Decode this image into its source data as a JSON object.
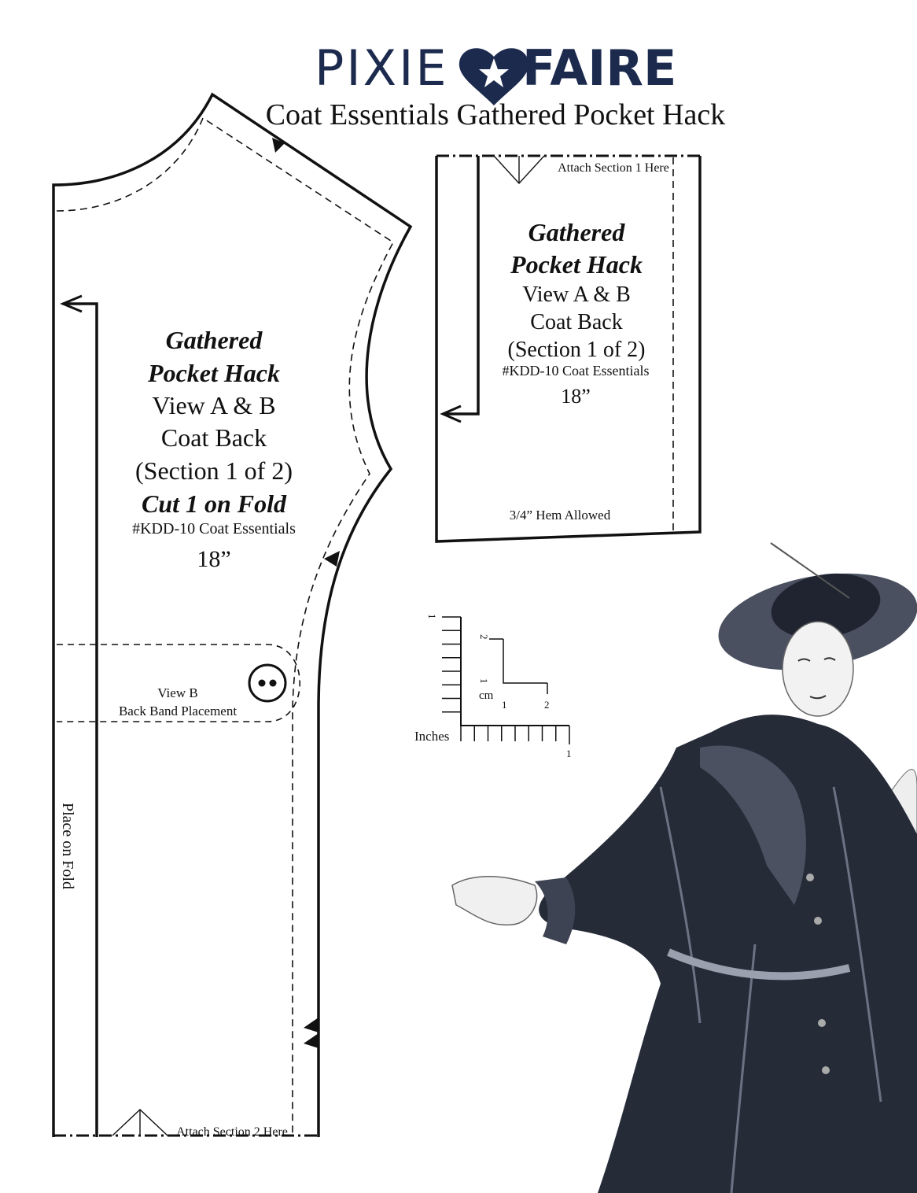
{
  "brand": {
    "left": "PIXIE",
    "right": "FAIRE",
    "color": "#1c2a4e"
  },
  "title": "Coat Essentials Gathered Pocket Hack",
  "main_piece": {
    "line1": "Gathered",
    "line2": "Pocket Hack",
    "view": "View A & B",
    "piece": "Coat Back",
    "section": "(Section 1 of 2)",
    "cut": "Cut 1 on Fold",
    "pattern_code": "#KDD-10 Coat Essentials",
    "size": "18”",
    "fold_label": "Place on Fold",
    "band_label_1": "View B",
    "band_label_2": "Back Band Placement",
    "attach_label": "Attach Section 2 Here"
  },
  "second_piece": {
    "attach_label": "Attach Section 1 Here",
    "line1": "Gathered",
    "line2": "Pocket Hack",
    "view": "View A & B",
    "piece": "Coat Back",
    "section": "(Section 1 of 2)",
    "pattern_code": "#KDD-10 Coat Essentials",
    "size": "18”",
    "hem_label": "3/4” Hem Allowed"
  },
  "scale": {
    "inches_label": "Inches",
    "inch_tick": "1",
    "inch_tick_vertical": "1",
    "cm_label": "cm",
    "cm_1": "1",
    "cm_2": "2",
    "cm_v1": "1",
    "cm_v2": "2"
  },
  "illustration": {
    "icon": "vintage-coat-woman-illustration",
    "ink_color": "#1f2430"
  }
}
